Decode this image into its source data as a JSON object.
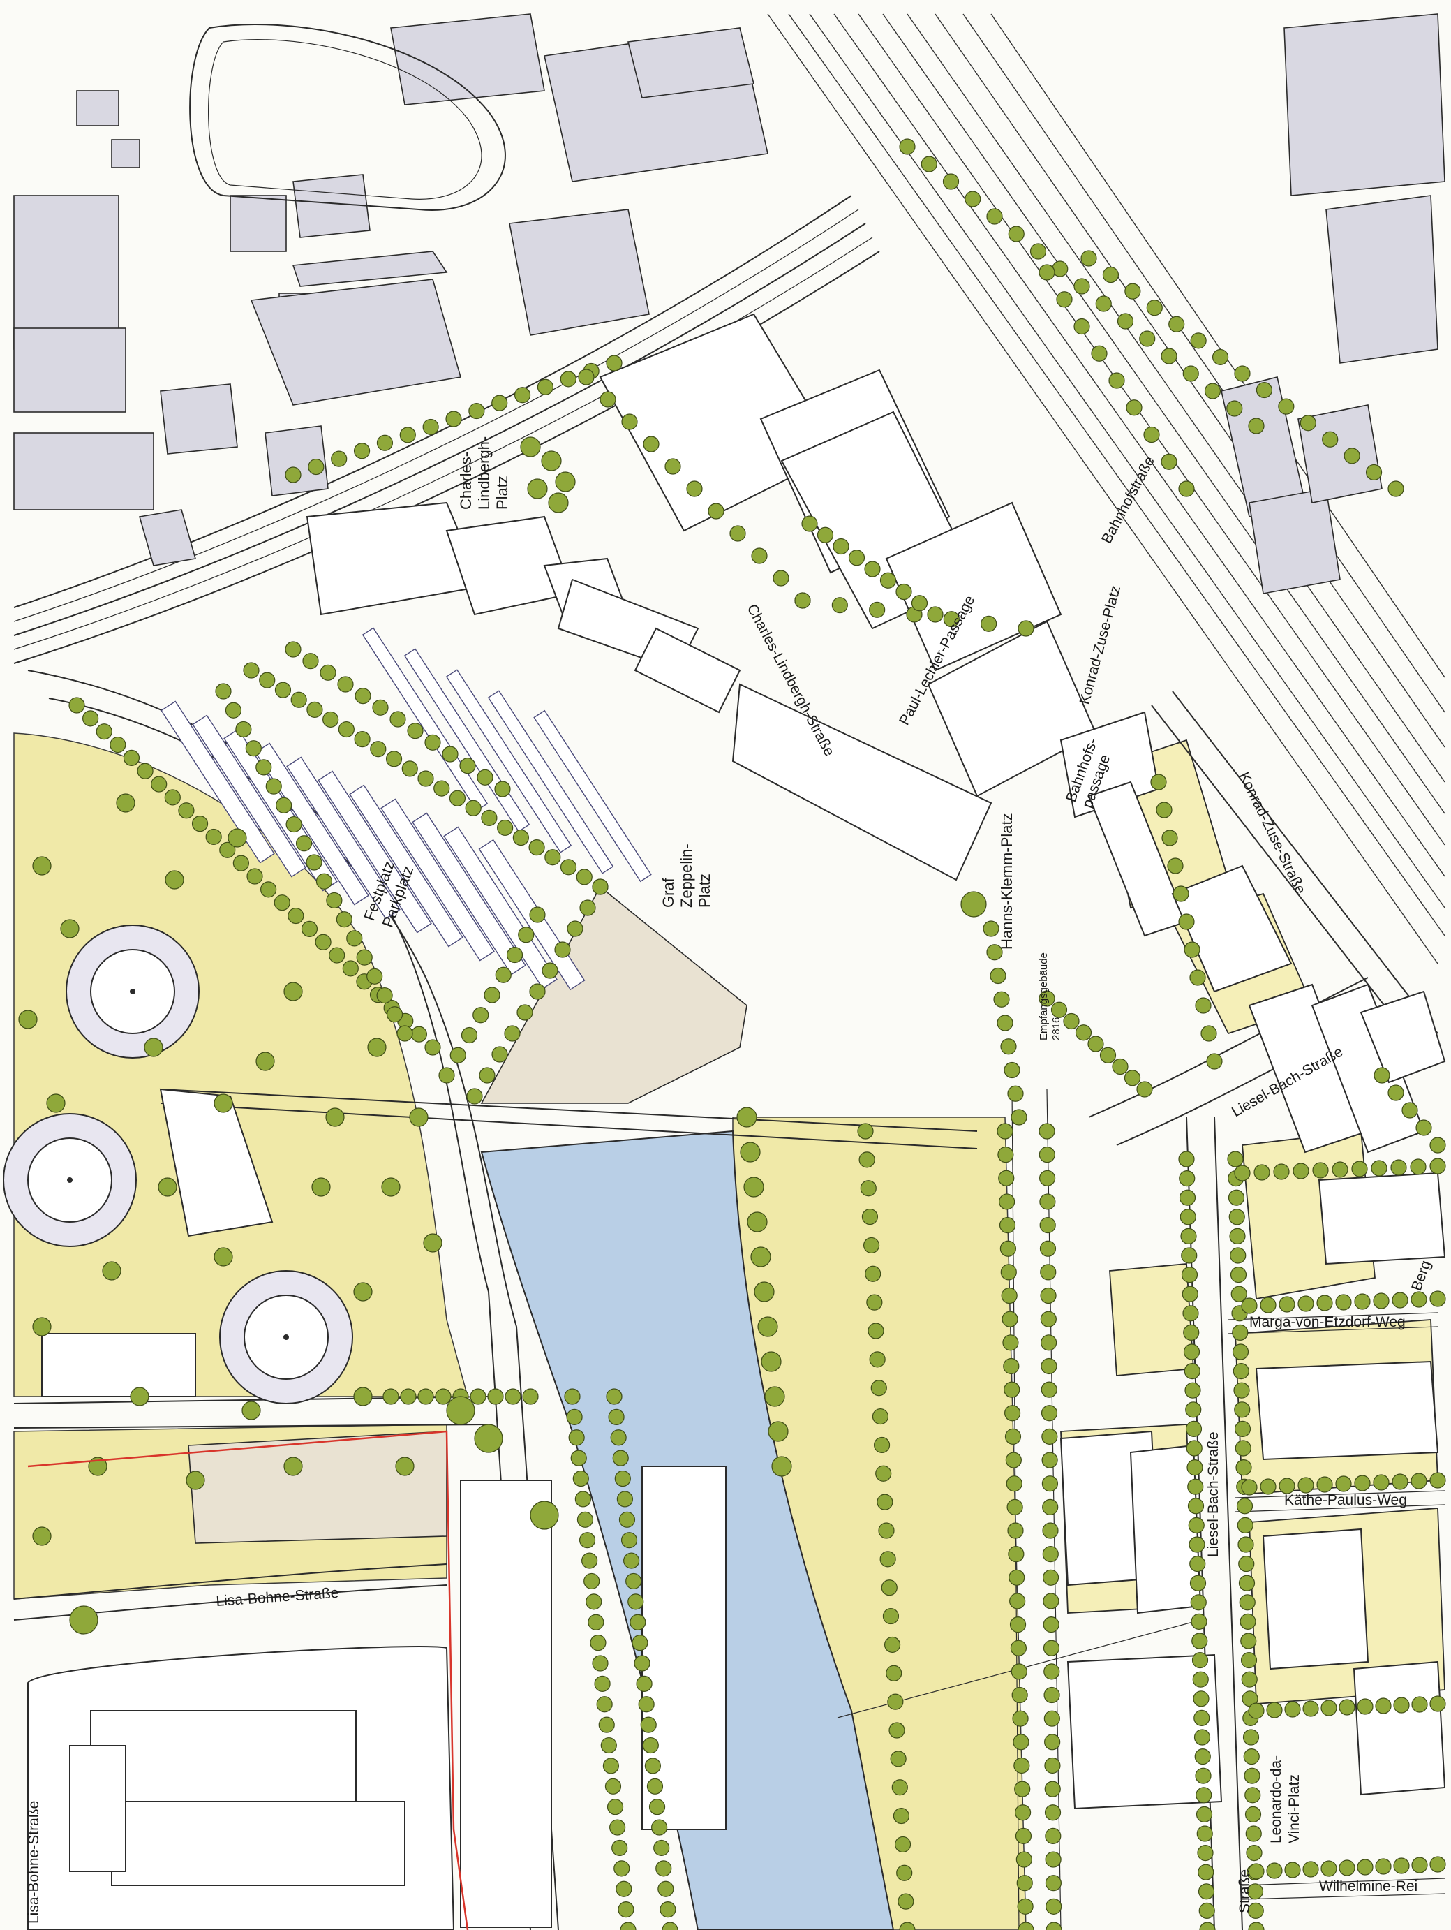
{
  "labels": {
    "charles_lindbergh_platz": [
      "Charles-",
      "Lindbergh-",
      "Platz"
    ],
    "charles_lindbergh_strasse": "Charles-Lindbergh-Straße",
    "paul_lechler_passage": "Paul-Lechler-Passage",
    "konrad_zuse_platz": "Konrad-Zuse-Platz",
    "bahnhofs_passage": [
      "Bahnhofs-",
      "passage"
    ],
    "konrad_zuse_strasse": "Konrad-Zuse-Straße",
    "bahnhofstrasse": "Bahnhofstraße",
    "festplatz_parkplatz": [
      "Festplatz",
      "Parkplatz"
    ],
    "graf_zeppelin_platz": [
      "Graf",
      "Zeppelin-",
      "Platz"
    ],
    "hanns_klemm_platz": "Hanns-Klemm-Platz",
    "empfangsgebaeude": [
      "Empfangsgebäude",
      "2816"
    ],
    "liesel_bach_strasse_top": "Liesel-Bach-Straße",
    "marga_von_etzdorf_weg": "Marga-von-Etzdorf-Weg",
    "kaethe_paulus_weg": "Käthe-Paulus-Weg",
    "liesel_bach_strasse": "Liesel-Bach-Straße",
    "lisa_bohne_strasse": "Lisa-Bohne-Straße",
    "lisa_bohne_strasse_left": "Lisa-Bohne-Straße",
    "leonardo_da_vinci_platz": [
      "Leonardo-da-",
      "Vinci-Platz"
    ],
    "wilhelmine_weg": "Wilhelmine-Rei",
    "strasse_bottom": "Straße",
    "berg_edge": "Berg"
  },
  "colors": {
    "tree": "#8fa83a",
    "tree_outline": "#3f4d17",
    "park": "#f0e9a8",
    "water": "#b9cfe6",
    "building": "#d9d8e2"
  },
  "icons": {
    "tree": "tree-icon"
  }
}
